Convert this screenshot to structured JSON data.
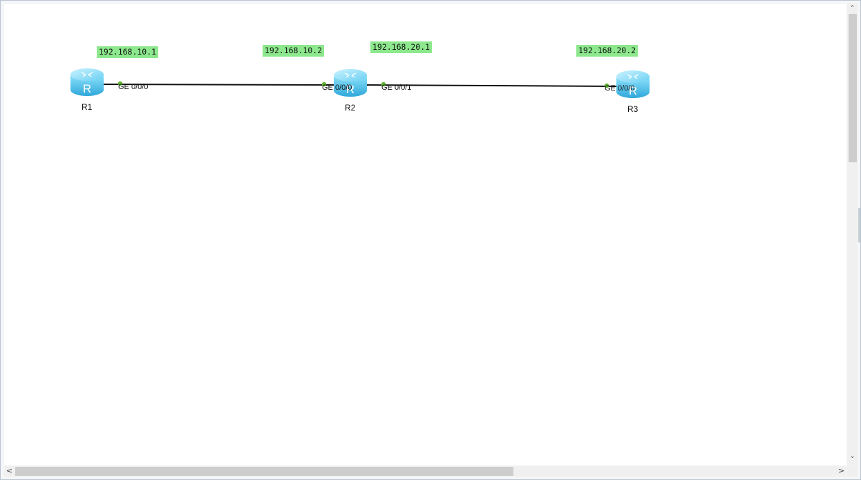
{
  "topology": {
    "routers": [
      {
        "name": "R1",
        "glyph": "R"
      },
      {
        "name": "R2",
        "glyph": "R"
      },
      {
        "name": "R3",
        "glyph": "R"
      }
    ],
    "ip_labels": [
      "192.168.10.1",
      "192.168.10.2",
      "192.168.20.1",
      "192.168.20.2"
    ],
    "ports": {
      "r1_ge000": "GE 0/0/0",
      "r2_ge000": "GE 0/0/0",
      "r2_ge001": "GE 0/0/1",
      "r3_ge000": "GE 0/0/0"
    },
    "colors": {
      "ip_label_bg": "#8de88d",
      "port_dot": "#5fb52f",
      "link": "#111111",
      "router_body": "#58c8f0"
    }
  },
  "scrollbars": {
    "up_arrow": "˄",
    "down_arrow": "˅",
    "left_arrow": "<",
    "right_arrow": ">"
  }
}
